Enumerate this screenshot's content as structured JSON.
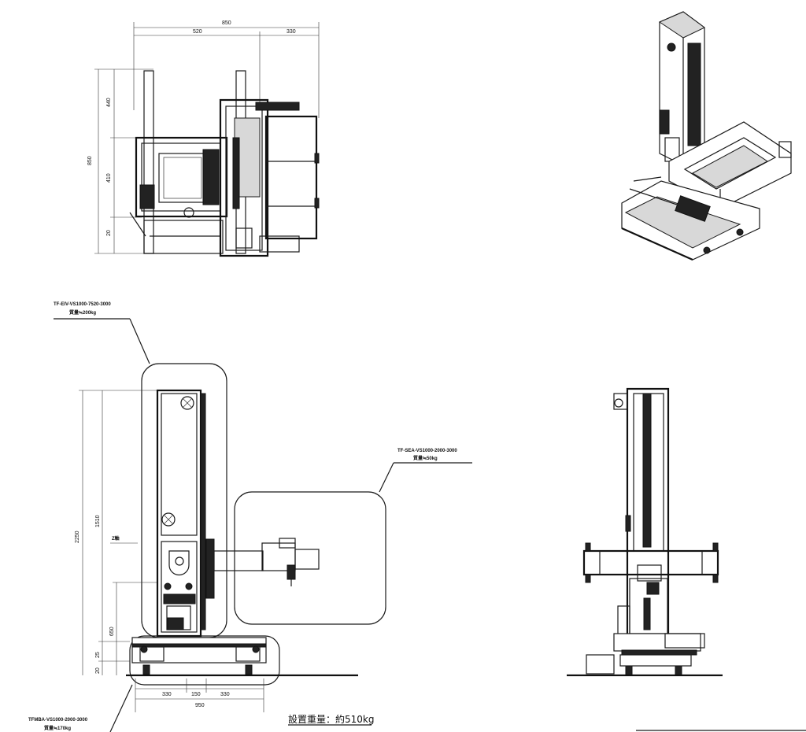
{
  "drawing": {
    "views": [
      "top-view",
      "isometric-view",
      "front-view",
      "side-view"
    ],
    "weight_note": "設置重量：約510kg"
  },
  "labels": {
    "top_dim_overall": "850",
    "top_dim_left": "520",
    "top_dim_right": "330",
    "top_dim_height": "850",
    "top_dim_v1": "440",
    "top_dim_v2": "410",
    "top_dim_v3": "20",
    "front_dim_height": "2250",
    "front_dim_mid": "1510",
    "front_dim_lower": "650",
    "front_dim_small": "25",
    "front_dim_base": "20",
    "front_dim_bottom_total": "950",
    "front_dim_bottom_a": "330",
    "front_dim_bottom_b": "150",
    "front_dim_bottom_c": "330",
    "front_dim_note": "Z軸",
    "callout_upper_code": "TF-EIV-VS1000-7520-3000",
    "callout_upper_weight": "質量≒200kg",
    "callout_right_code": "TF-SEA-VS1000-2000-3000",
    "callout_right_weight": "質量≒50kg",
    "callout_bottom_code": "TFMBA-VS1000-2000-3000",
    "callout_bottom_weight": "質量≒170kg"
  }
}
